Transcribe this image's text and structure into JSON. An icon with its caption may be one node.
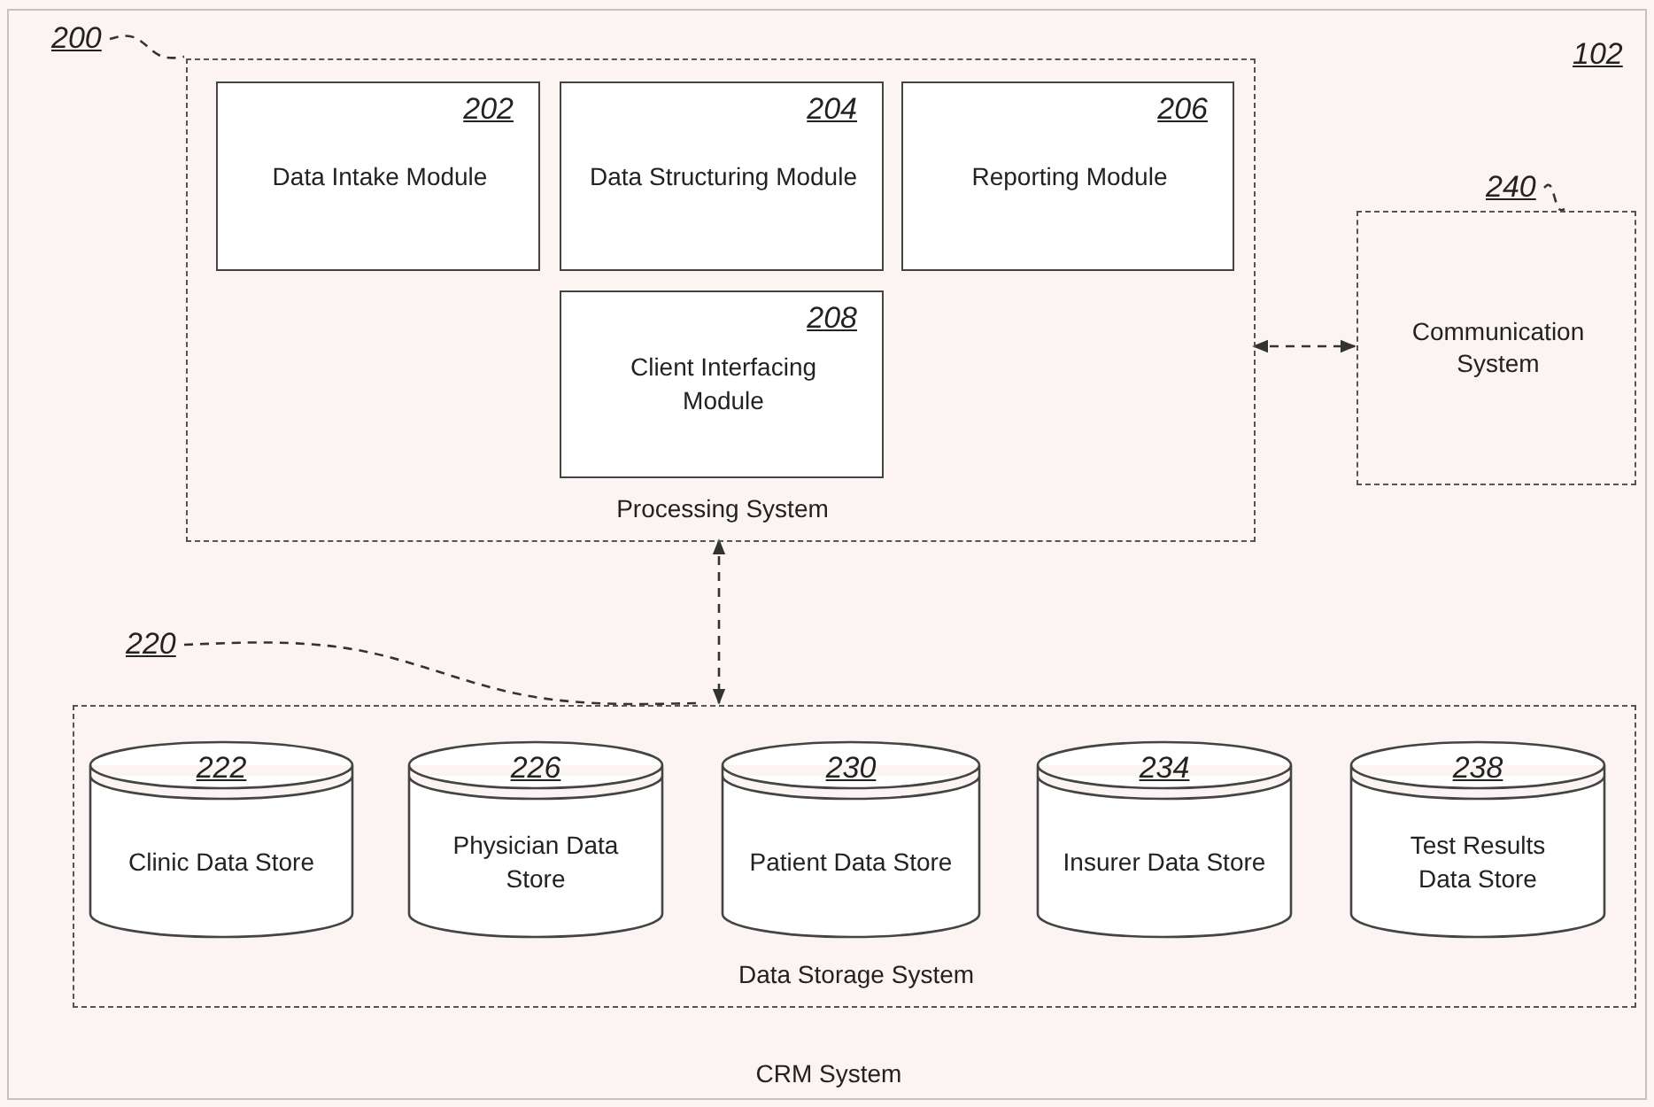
{
  "diagram": {
    "nodes": [
      {
        "text": [
          "CRM System"
        ]
      },
      {
        "text": [
          "200"
        ],
        "in": 0
      },
      {
        "text": [
          "Processing System"
        ],
        "in": 0
      },
      {
        "text": [
          "202",
          "Data Intake Module"
        ],
        "in": 2
      },
      {
        "text": [
          "204",
          "Data Structuring Module"
        ],
        "in": 2
      },
      {
        "text": [
          "206",
          "Reporting Module"
        ],
        "in": 2
      },
      {
        "text": [
          "208",
          "Client Interfacing Module"
        ],
        "in": 2
      },
      {
        "text": [
          "240"
        ],
        "in": 0
      },
      {
        "text": [
          "Communication System"
        ],
        "in": 0
      },
      {
        "text": [
          "220"
        ],
        "in": 0
      },
      {
        "text": [
          "Data Storage System"
        ],
        "in": 0
      },
      {
        "text": [
          "222",
          "Clinic Data Store"
        ],
        "in": 10
      },
      {
        "text": [
          "226",
          "Physician Data Store"
        ],
        "in": 10
      },
      {
        "text": [
          "230",
          "Patient Data Store"
        ],
        "in": 10
      },
      {
        "text": [
          "234",
          "Insurer Data Store"
        ],
        "in": 10
      },
      {
        "text": [
          "238",
          "Test Results Data Store"
        ],
        "in": 10
      }
    ],
    "edges": [
      {
        "from": 1,
        "to": 2,
        "arrow": "none",
        "style": "dashed"
      },
      {
        "from": 7,
        "to": 8,
        "arrow": "none",
        "style": "dashed"
      },
      {
        "from": 9,
        "to": 10,
        "arrow": "none",
        "style": "dashed"
      },
      {
        "from": 2,
        "to": 8,
        "arrow": "both",
        "style": "dashed"
      },
      {
        "from": 2,
        "to": 10,
        "arrow": "both",
        "style": "dashed"
      }
    ],
    "labels": [
      "102"
    ]
  }
}
